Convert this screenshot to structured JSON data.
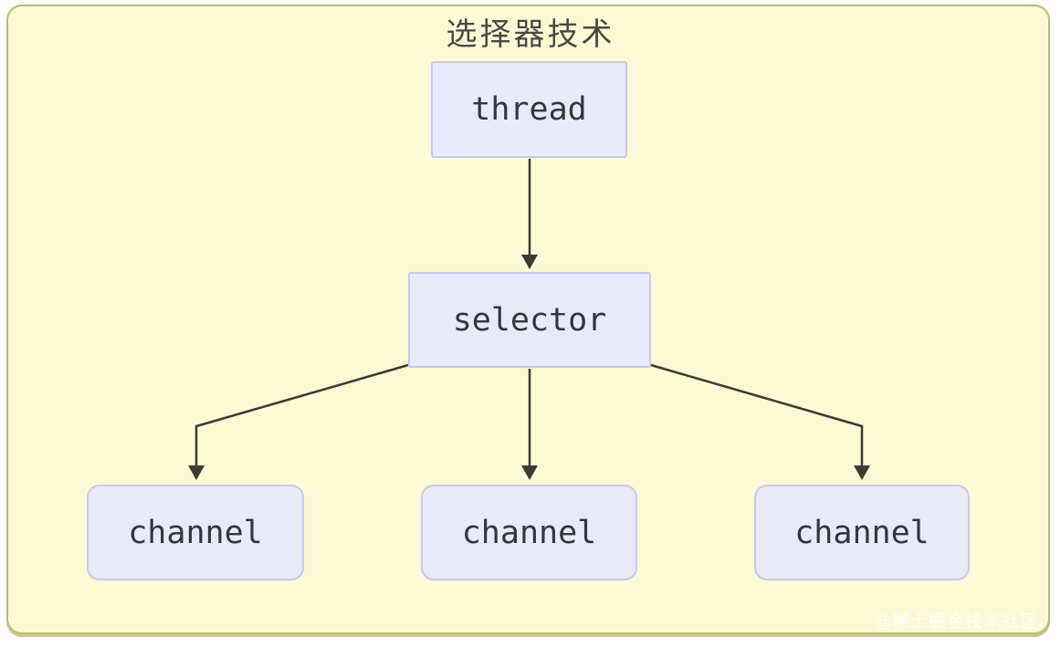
{
  "diagram": {
    "title": "选择器技术",
    "watermark": "@稀土掘金技术社区",
    "nodes": [
      {
        "id": "thread",
        "label": "thread"
      },
      {
        "id": "selector",
        "label": "selector"
      },
      {
        "id": "channel-left",
        "label": "channel"
      },
      {
        "id": "channel-center",
        "label": "channel"
      },
      {
        "id": "channel-right",
        "label": "channel"
      }
    ],
    "edges": [
      {
        "from": "thread",
        "to": "selector"
      },
      {
        "from": "selector",
        "to": "channel-left"
      },
      {
        "from": "selector",
        "to": "channel-center"
      },
      {
        "from": "selector",
        "to": "channel-right"
      }
    ],
    "colors": {
      "canvas_bg": "#fafad6",
      "canvas_border": "#b9be6c",
      "node_bg": "#e9e9fa",
      "node_border": "#c8c8ec",
      "node_text": "#36363f",
      "arrow": "#3b3b31",
      "title_text": "#4a4a42",
      "watermark_text": "#ffffff"
    }
  }
}
